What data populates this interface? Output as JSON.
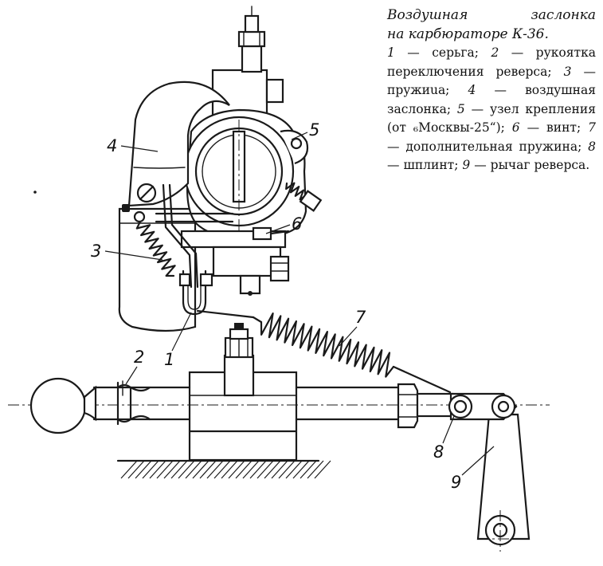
{
  "caption": {
    "title_line1": "Воздушная заслонка",
    "title_line2": "на карбюраторе К-36.",
    "legend": [
      {
        "num": "1",
        "text": "серьга;"
      },
      {
        "num": "2",
        "text": "рукоятка переключения реверса;"
      },
      {
        "num": "3",
        "text": "пружиuа;"
      },
      {
        "num": "4",
        "text": "воздушная заслонка;"
      },
      {
        "num": "5",
        "text": "узел крепления (от ₆Москвы-25“);"
      },
      {
        "num": "6",
        "text": "винт;"
      },
      {
        "num": "7",
        "text": "дополнительная пружина;"
      },
      {
        "num": "8",
        "text": "шплинт;"
      },
      {
        "num": "9",
        "text": "рычаг реверса."
      }
    ]
  },
  "callouts": {
    "c1": "1",
    "c2": "2",
    "c3": "3",
    "c4": "4",
    "c5": "5",
    "c6": "6",
    "c7": "7",
    "c8": "8",
    "c9": "9"
  }
}
